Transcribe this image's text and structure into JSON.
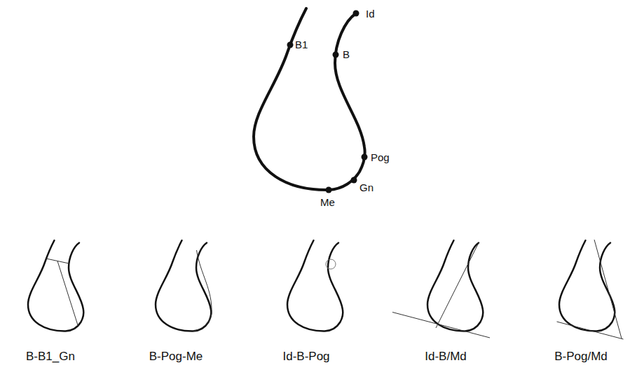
{
  "diagram": {
    "labels": [
      "Id",
      "B1",
      "B",
      "Pog",
      "Gn",
      "Me",
      "B-B1_Gn",
      "B-Pog-Me",
      "Id-B-Pog",
      "Id-B/Md",
      "B-Pog/Md"
    ]
  }
}
